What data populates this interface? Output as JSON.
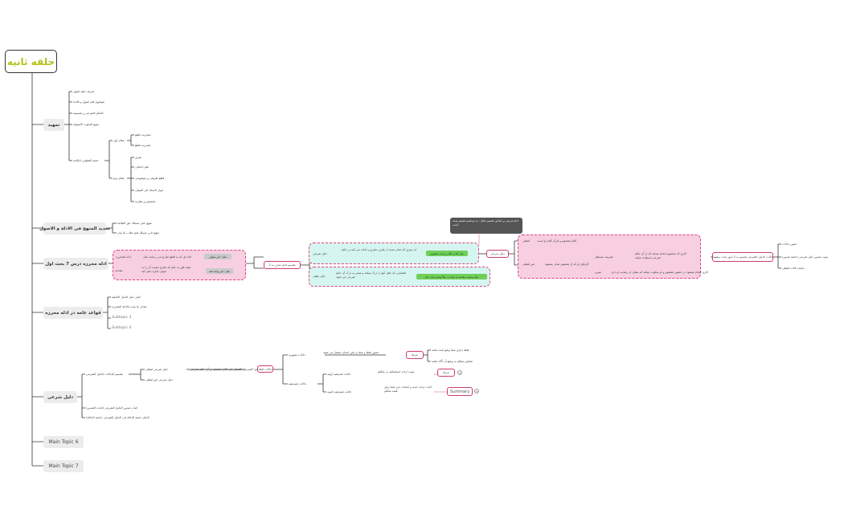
{
  "root": "حلقه ثانیه",
  "topics": {
    "t1": "تمهید",
    "t2": "تحدید المنهج فی الادلة و الاصول",
    "t3": "ادله محرزه درس 7 بحث اول",
    "t4": "قواعد عامه در ادله محرزه",
    "t5": "دلیل شرعی",
    "t6": "Main Topic 6",
    "t7": "Main Topic 7"
  },
  "tamhid": {
    "items": [
      "تعریف علم اصول",
      "موضوع علم اصول و فائدة",
      "الحکم الشرعی و تقسیمه",
      "تنویع البحوث الاصولیه"
    ],
    "hojjat": "حجیة القطع و احکامه",
    "maqam1": "مقام اول",
    "maqam1_items": [
      "منجزیت قطع",
      "معذریت قطع"
    ],
    "maqam2": "مقام دوم",
    "maqam2_items": [
      "تجری",
      "علم اجمالی",
      "قطع طریقی و موضوعی",
      "جواز الاسناد الی المولی",
      "تخصیص و مقارنه"
    ]
  },
  "tahdid_items": [
    "منهج علی مسلک حق الطاعه",
    "منهج ثانی مسلک قبح عقاب بلا بیان"
  ],
  "dars7": {
    "def": "ادله المحرزه",
    "bayan": "مقدمه",
    "bayan_line": "ادله ای که به قطع شارع می رسانند مثل",
    "bayan_tag": "مثل: خبر متواتر",
    "example_line": "مفید ظن نه علم که شارع حجیت آن را به عنوان امارة جعل کند",
    "example_tag": "مثل: خبر واحد ثقه",
    "taqsim": "تقسیم دلیل محرز به 2",
    "sharei": "دلیل شرعی",
    "sharei_text": "آن چیزی که صادر شده از طرف شارع و دلالت می کند بر حکم",
    "sharei_green": "مثل کتاب الله و سنت معصوم",
    "aqli": "دلیل عقلی",
    "aqli_text": "قضایایی که عقل آنها را درک میکند و منجر به درک آن حکم شرعی می شود",
    "aqli_green": "مثل وجوب مقدمه ی واجب، مثلاً وضو برای نماز"
  },
  "tooltip": "ادله شرعی بر اساس تقسیم شکل ، به دو قسم تقسیم شده است",
  "daleel_sharei": {
    "node": "دلیل شرعی",
    "lafzi": "لفظی",
    "lafzi_text": "کلام معصوم و قرآن کلام او است",
    "ghayr_lafzi": "غیر لفظی",
    "ghayr_text": "کارهای او که از معصوم صادر میشود",
    "sub1": "تصریف مستقل",
    "sub1_text": "کاری که معصوم انجام میدهد که از آن حکم شرعی استفاده میکند",
    "sub2": "تقریر",
    "sub2_text": "کاری انجام میشود در حضور معصوم و او سکوت میکند که نشان از رضایت او دارد",
    "note": "دلالت الدلیل الشرعی تقسیم به 3 امور بحث میشود",
    "right": [
      "تعیین دلالات",
      "ثبوت صدور دلیل شرعی (حجیة صدور)",
      "حجیة دلالات لفظی"
    ]
  },
  "qawaid": {
    "items": [
      "اصل دلیل الدلیل الاصلیة",
      "مقدار ما یثبت بالادلة المحرزه",
      "Subtopic 3",
      "Subtopic 4"
    ]
  },
  "dalil_sharei": {
    "items": [
      "تقسیم الدلالات الدلیل الشرعی",
      "اثبات صدور الدلیل الشرعی (اثبات الصدور)",
      "الدلیل حجیة الدلالة فی الدلیل الشرعی (حجیة الدلالة)"
    ],
    "child": "تحدید دلالات الدلیل الشرعی",
    "sub": [
      "دلیل شرعی لفظی",
      "دلیل شرعی غیر لفظی"
    ],
    "line": "دلیل شرعی لفظی",
    "long": "الدلیل الشرعی اللفظی فی کلام مشتمل بر آن حکم شرعی",
    "dalalat": "دلالات لفظ",
    "tasawwuriya": "دلالات تصوریه",
    "tasawwuriya_text": "تصور لفظ و معنا و ذهن انسان منتقل می شود",
    "tasdiqiya": "دلالات تصدیقیه",
    "tasdiq_istimali": "دلالت تصدیقیه اولیه",
    "tasdiq_istimali_text": "ثبوت اراده استعمالیه در متکلم",
    "tasdiq_jiddi": "دلالت تصدیقیه ثانویه",
    "tasdiq_jiddi_text": "اثبات اراده جدیه و انتخاب این معنا برای قصد متکلم",
    "shart": "شرط",
    "shart_text": "لفظ دارای معنا وضع شده باشد",
    "shart_text2": "شخص متکلم به وضع آن آگاه باشد",
    "shart2": "شرط",
    "summary": "Summary",
    "plus1": "+",
    "plus2": "+"
  },
  "colors": {
    "accent": "#e0427e",
    "green": "#6fcf58",
    "root_text": "#b5c21a"
  }
}
